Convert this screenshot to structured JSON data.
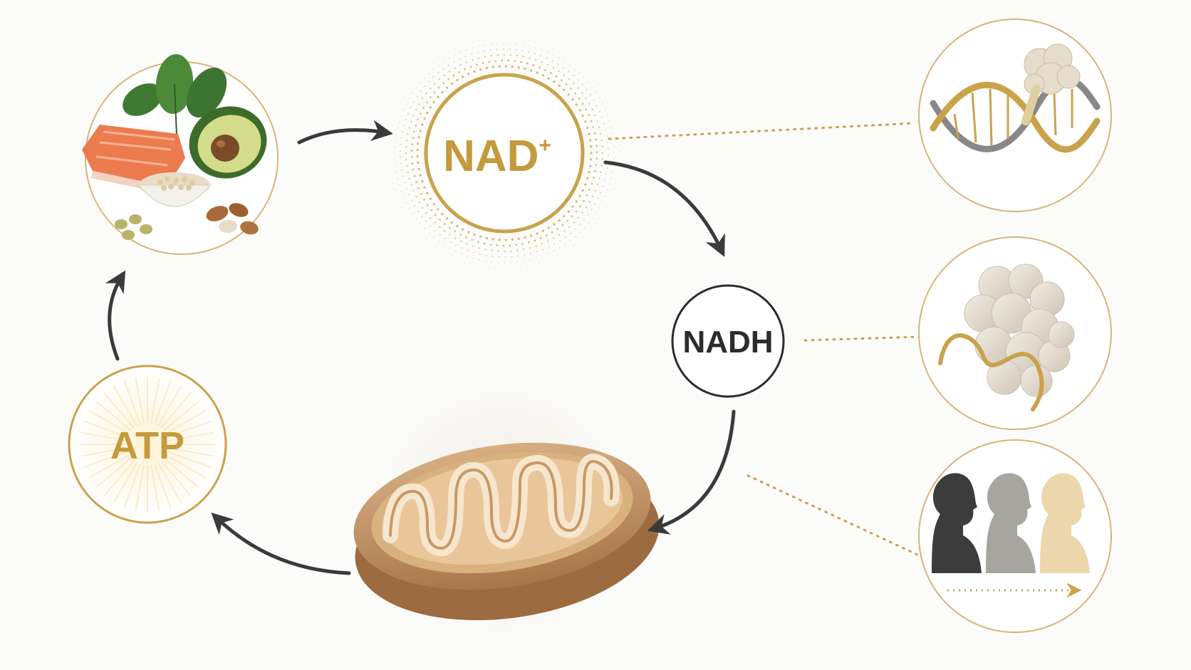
{
  "nodes": {
    "nad_plus": {
      "label": "NAD",
      "superscript": "+"
    },
    "nadh": {
      "label": "NADH"
    },
    "atp": {
      "label": "ATP"
    }
  },
  "colors": {
    "gold": "#c9a24a",
    "gold_text": "#c39a3c",
    "dark_text": "#2c2c2c",
    "arrow": "#3a3a3a",
    "background": "#fbfbfa"
  },
  "icons": {
    "food": "food-nutrients-icon",
    "mitochondrion": "mitochondrion-icon",
    "dna_repair": "dna-repair-icon",
    "protein": "protein-folding-icon",
    "aging": "aging-progression-icon"
  }
}
